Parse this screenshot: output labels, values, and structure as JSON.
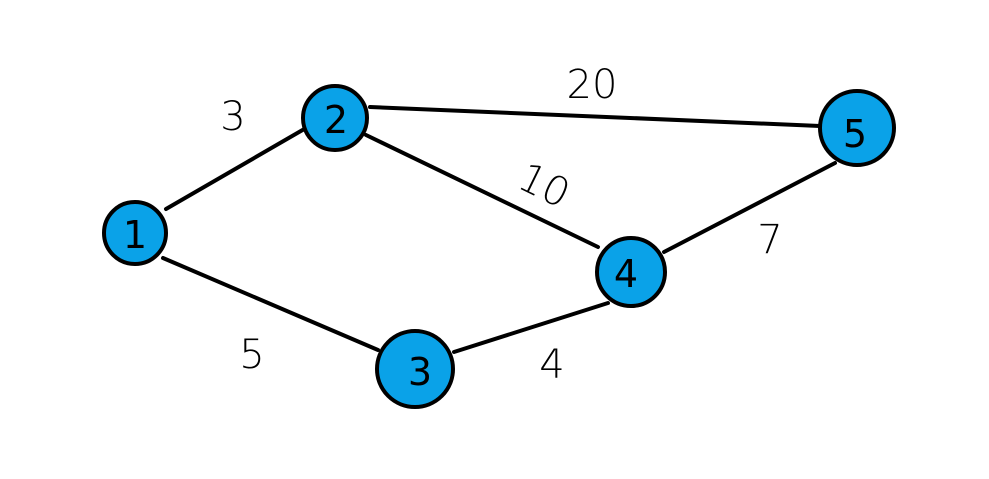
{
  "graph": {
    "nodes": [
      {
        "id": "1",
        "label": "1"
      },
      {
        "id": "2",
        "label": "2"
      },
      {
        "id": "3",
        "label": "3"
      },
      {
        "id": "4",
        "label": "4"
      },
      {
        "id": "5",
        "label": "5"
      }
    ],
    "edges": [
      {
        "from": "1",
        "to": "2",
        "weight": "3"
      },
      {
        "from": "1",
        "to": "3",
        "weight": "5"
      },
      {
        "from": "2",
        "to": "4",
        "weight": "10"
      },
      {
        "from": "2",
        "to": "5",
        "weight": "20"
      },
      {
        "from": "3",
        "to": "4",
        "weight": "4"
      },
      {
        "from": "4",
        "to": "5",
        "weight": "7"
      }
    ],
    "colors": {
      "node_fill": "#0aa2e8",
      "stroke": "#000000",
      "background": "#ffffff"
    }
  }
}
